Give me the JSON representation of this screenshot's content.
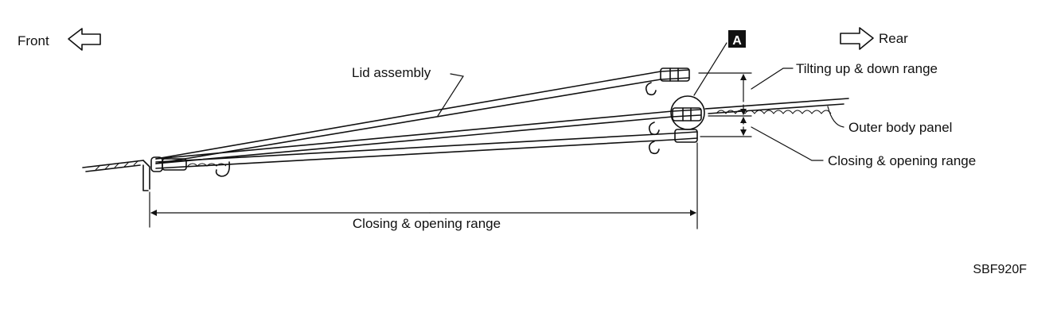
{
  "directions": {
    "front": "Front",
    "rear": "Rear"
  },
  "callout_marker": "A",
  "labels": {
    "lid_assembly": "Lid assembly",
    "tilting_range": "Tilting up & down range",
    "outer_body_panel": "Outer body panel",
    "closing_opening_right": "Closing & opening range",
    "closing_opening_bottom": "Closing & opening range"
  },
  "figure_code": "SBF920F"
}
